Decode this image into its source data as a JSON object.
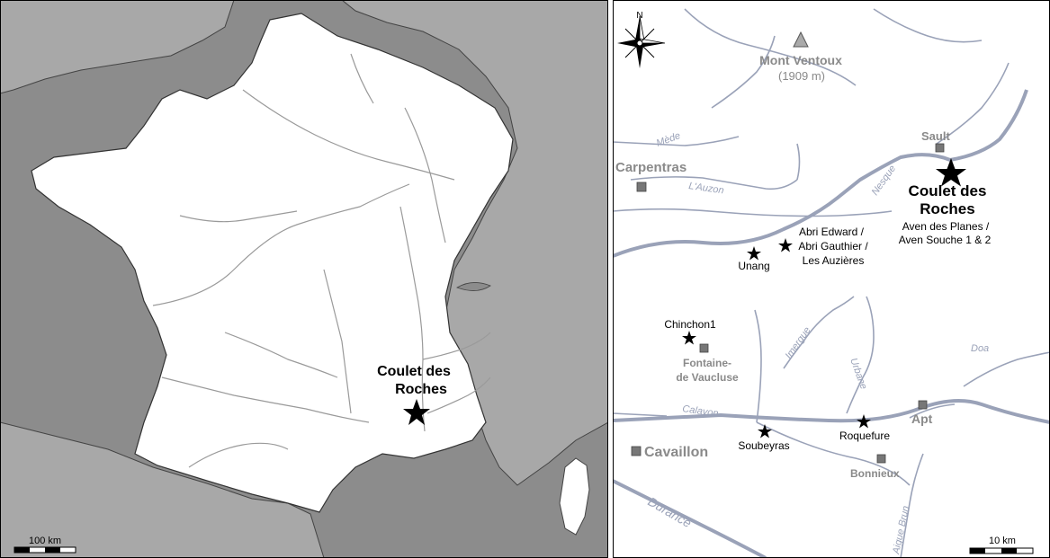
{
  "left_map": {
    "site_label_line1": "Coulet des",
    "site_label_line2": "Roches",
    "scale_label": "100 km"
  },
  "right_map": {
    "north_label": "N",
    "peak_name": "Mont Ventoux",
    "peak_elevation": "(1909 m)",
    "towns": {
      "carpentras": "Carpentras",
      "sault": "Sault",
      "fontaine_line1": "Fontaine-",
      "fontaine_line2": "de Vaucluse",
      "cavaillon": "Cavaillon",
      "apt": "Apt",
      "bonnieux": "Bonnieux"
    },
    "rivers": {
      "mede": "Mède",
      "auzon": "L'Auzon",
      "nesque": "Nesque",
      "imergue": "Imergue",
      "urbane": "Urbane",
      "doa": "Doa",
      "calavon": "Calavon",
      "durance": "Durance",
      "aigue_brun": "Aigue Brun"
    },
    "main_site": {
      "line1": "Coulet des",
      "line2": "Roches",
      "sub1": "Aven des Planes  /",
      "sub2": "Aven Souche 1 & 2"
    },
    "sites": {
      "abri1": "Abri Edward /",
      "abri2": "Abri Gauthier /",
      "abri3": "Les Auzières",
      "unang": "Unang",
      "chinchon": "Chinchon1",
      "soubeyras": "Soubeyras",
      "roquefure": "Roquefure"
    },
    "scale_label": "10 km"
  },
  "colors": {
    "sea": "#8c8c8c",
    "neighbor_land": "#a8a8a8",
    "france_land": "#ffffff",
    "river_left": "#9a9a9a",
    "river_right": "#9aa2b8",
    "town_marker": "#777777",
    "town_text": "#8a8a8a"
  }
}
